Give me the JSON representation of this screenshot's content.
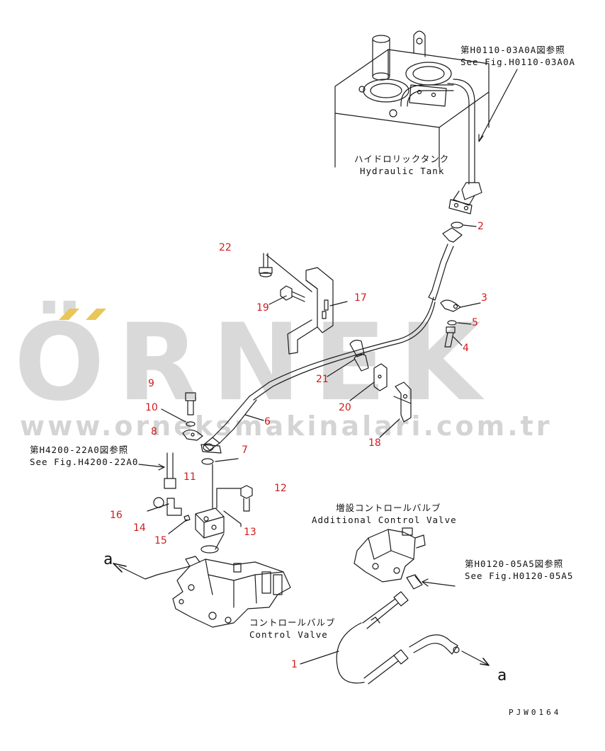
{
  "watermark": {
    "logo": "ÖRNEK",
    "url": "www.orneksmakinalari.com.tr"
  },
  "references": {
    "tank_ref_jp": "第H0110-03A0A図参照",
    "tank_ref_en": "See Fig.H0110-03A0A",
    "h4200_ref_jp": "第H4200-22A0図参照",
    "h4200_ref_en": "See Fig.H4200-22A0",
    "h0120_ref_jp": "第H0120-05A5図参照",
    "h0120_ref_en": "See Fig.H0120-05A5"
  },
  "components": {
    "tank_jp": "ハイドロリックタンク",
    "tank_en": "Hydraulic Tank",
    "addvalve_jp": "増設コントロールバルブ",
    "addvalve_en": "Additional Control Valve",
    "valve_jp": "コントロールバルブ",
    "valve_en": "Control Valve"
  },
  "connection_markers": {
    "left": "a",
    "right": "a"
  },
  "part_numbers": [
    "1",
    "2",
    "3",
    "4",
    "5",
    "6",
    "7",
    "8",
    "9",
    "10",
    "11",
    "12",
    "13",
    "14",
    "15",
    "16",
    "17",
    "18",
    "19",
    "20",
    "21",
    "22"
  ],
  "drawing_code": "PJW0164",
  "colors": {
    "part_number": "#d11b1b",
    "line": "#1a1a1a",
    "watermark": "#d9d9d9",
    "watermark_dots": "#e8c657"
  }
}
